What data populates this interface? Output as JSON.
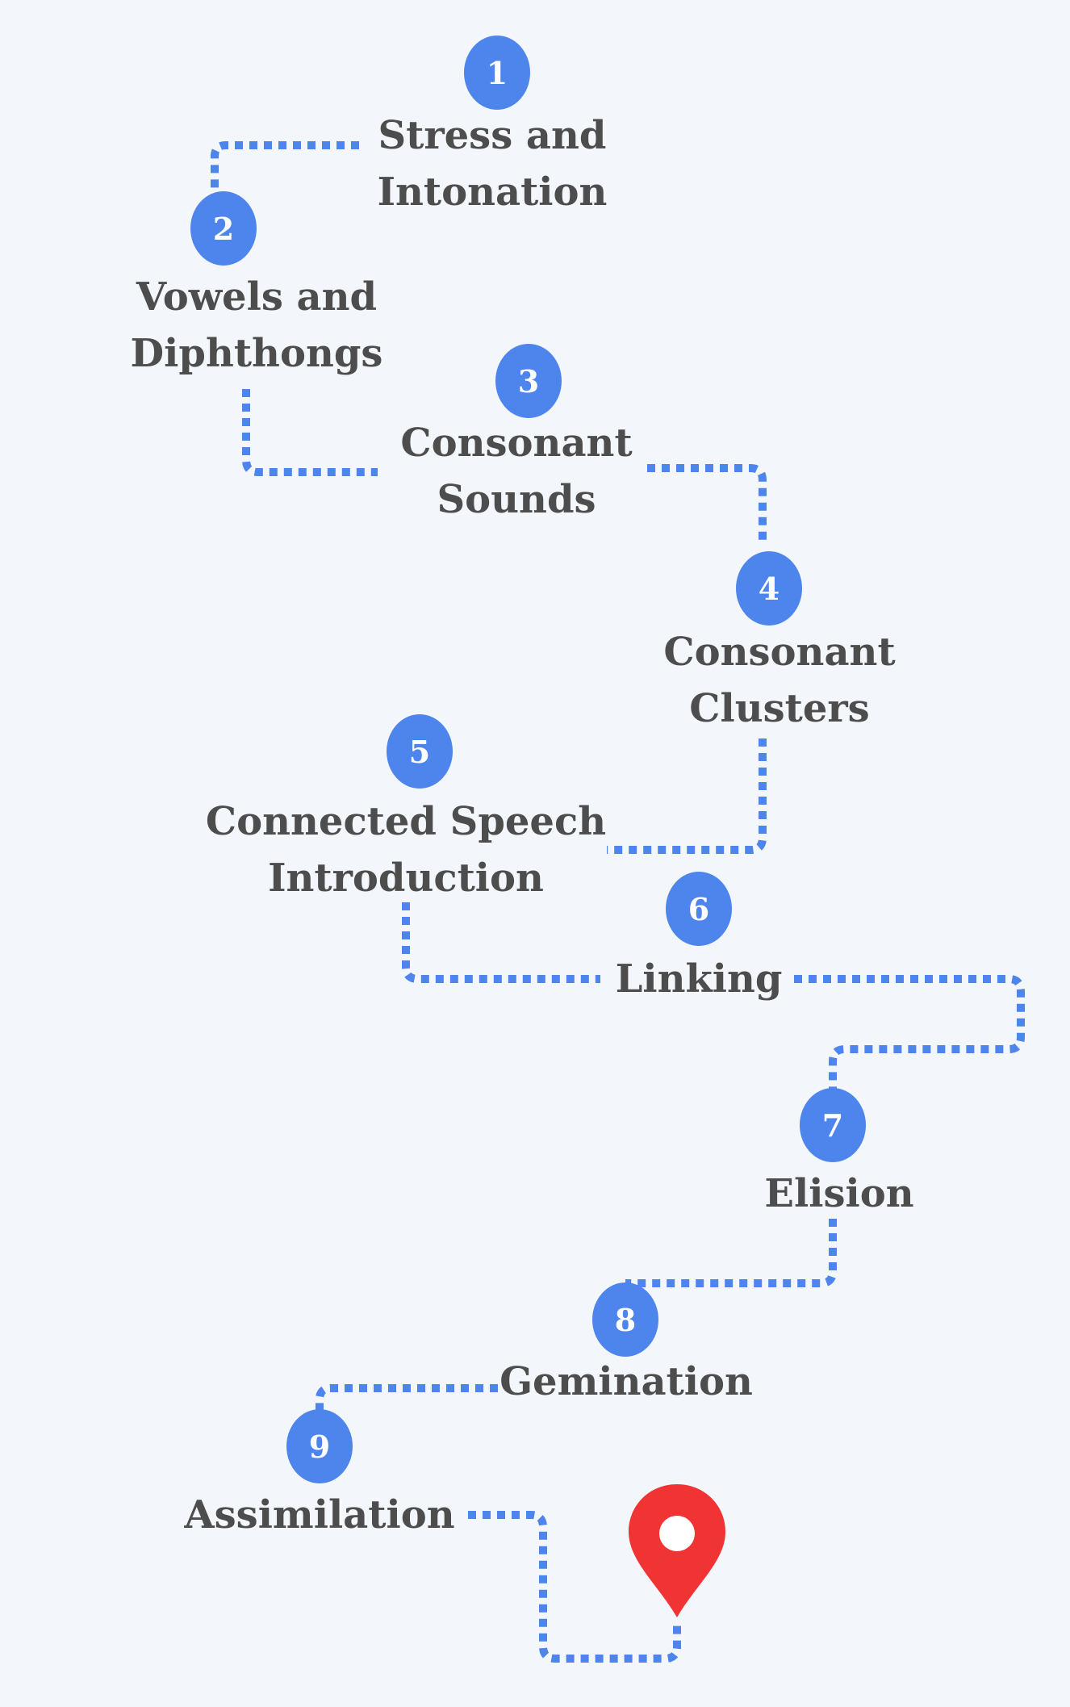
{
  "steps": [
    {
      "number": "1",
      "lines": [
        "Stress and",
        "Intonation"
      ]
    },
    {
      "number": "2",
      "lines": [
        "Vowels and",
        "Diphthongs"
      ]
    },
    {
      "number": "3",
      "lines": [
        "Consonant",
        "Sounds"
      ]
    },
    {
      "number": "4",
      "lines": [
        "Consonant",
        "Clusters"
      ]
    },
    {
      "number": "5",
      "lines": [
        "Connected Speech",
        "Introduction"
      ]
    },
    {
      "number": "6",
      "lines": [
        "Linking"
      ]
    },
    {
      "number": "7",
      "lines": [
        "Elision"
      ]
    },
    {
      "number": "8",
      "lines": [
        "Gemination"
      ]
    },
    {
      "number": "9",
      "lines": [
        "Assimilation"
      ]
    }
  ],
  "colors": {
    "background": "#f3f6fa",
    "accent": "#4d85ec",
    "text": "#4d4d4d",
    "destination_pin": "#f03434"
  },
  "icons": {
    "destination": "map-pin-icon"
  }
}
